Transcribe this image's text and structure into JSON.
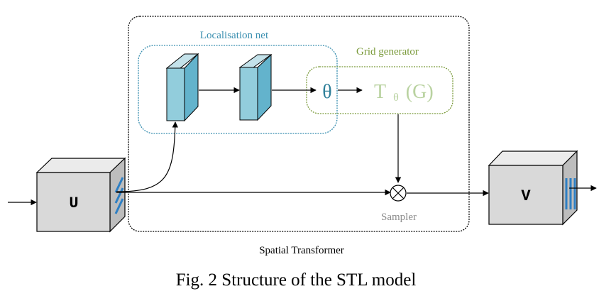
{
  "figure": {
    "caption": "Fig. 2 Structure of the STL model",
    "module_label": "Spatial Transformer"
  },
  "nodes": {
    "input": {
      "label": "U",
      "icon": "feature-map-cube"
    },
    "output": {
      "label": "V",
      "icon": "feature-map-cube"
    },
    "localisation_net": {
      "label": "Localisation net"
    },
    "grid_generator": {
      "label": "Grid generator",
      "expr_main": "T",
      "expr_sub": "θ",
      "expr_arg": "(G)"
    },
    "theta": {
      "label": "θ"
    },
    "sampler": {
      "label": "Sampler",
      "icon": "circle-times"
    }
  },
  "colors": {
    "localisation": "#3a8fb0",
    "grid": "#7a9a3a",
    "grid_text": "#b9d2a0",
    "theta": "#2e7f99",
    "cube_front": "#d9d9d9",
    "cube_top": "#ebebeb",
    "cube_side": "#bdbdbd",
    "layer_front": "#92cddc",
    "layer_top": "#c4e2ea",
    "layer_side": "#63b3cc",
    "channel_stripe": "#2d7fc4",
    "sampler_label": "#8c8c8c"
  }
}
